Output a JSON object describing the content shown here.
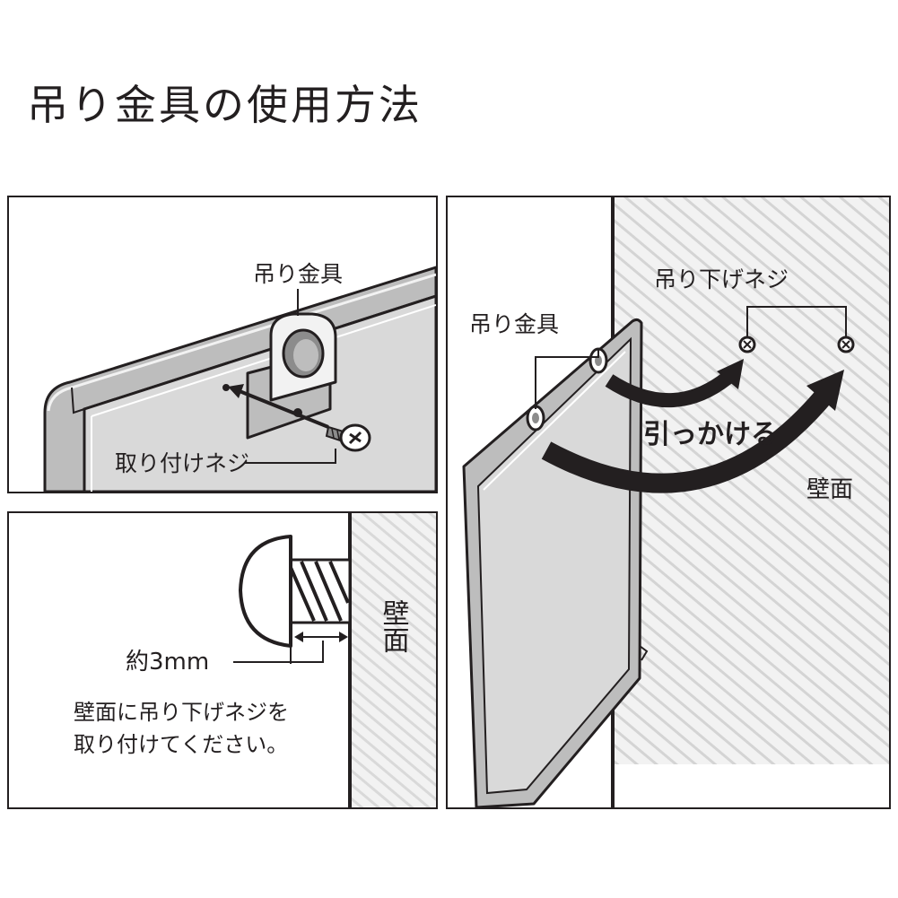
{
  "title": "吊り金具の使用方法",
  "attach_panel": {
    "bracket_label": "吊り金具",
    "screw_label": "取り付けネジ"
  },
  "wall_panel": {
    "gap_label": "約3mm",
    "wall_label": "壁面",
    "instruction_line1": "壁面に吊り下げネジを",
    "instruction_line2": "取り付けてください。"
  },
  "hang_panel": {
    "bracket_label": "吊り金具",
    "screw_label": "吊り下げネジ",
    "hook_label": "引っかける",
    "wall_label": "壁面"
  },
  "colors": {
    "ink": "#231f20",
    "board_gray": "#d9d9d9",
    "frame_gray": "#bdbdbd",
    "wall_hatch": "#cfcfcf"
  }
}
